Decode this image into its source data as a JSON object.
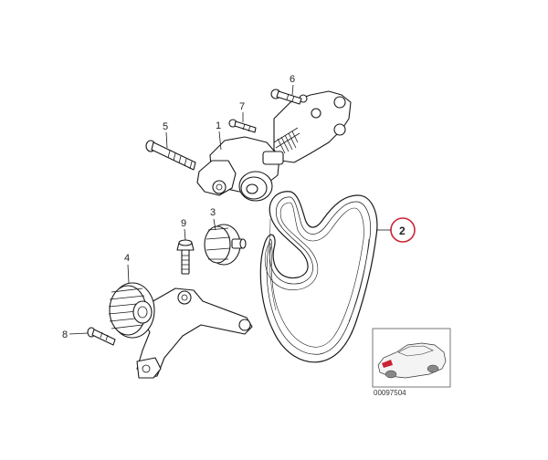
{
  "callouts": [
    {
      "id": "1",
      "label": "1"
    },
    {
      "id": "2",
      "label": "2",
      "selected": true
    },
    {
      "id": "3",
      "label": "3"
    },
    {
      "id": "4",
      "label": "4"
    },
    {
      "id": "5",
      "label": "5"
    },
    {
      "id": "6",
      "label": "6"
    },
    {
      "id": "7",
      "label": "7"
    },
    {
      "id": "8",
      "label": "8"
    },
    {
      "id": "9",
      "label": "9"
    }
  ],
  "reference_number": "00097504",
  "colors": {
    "line": "#1a1a1a",
    "highlight": "#cc2233",
    "background": "#ffffff"
  }
}
